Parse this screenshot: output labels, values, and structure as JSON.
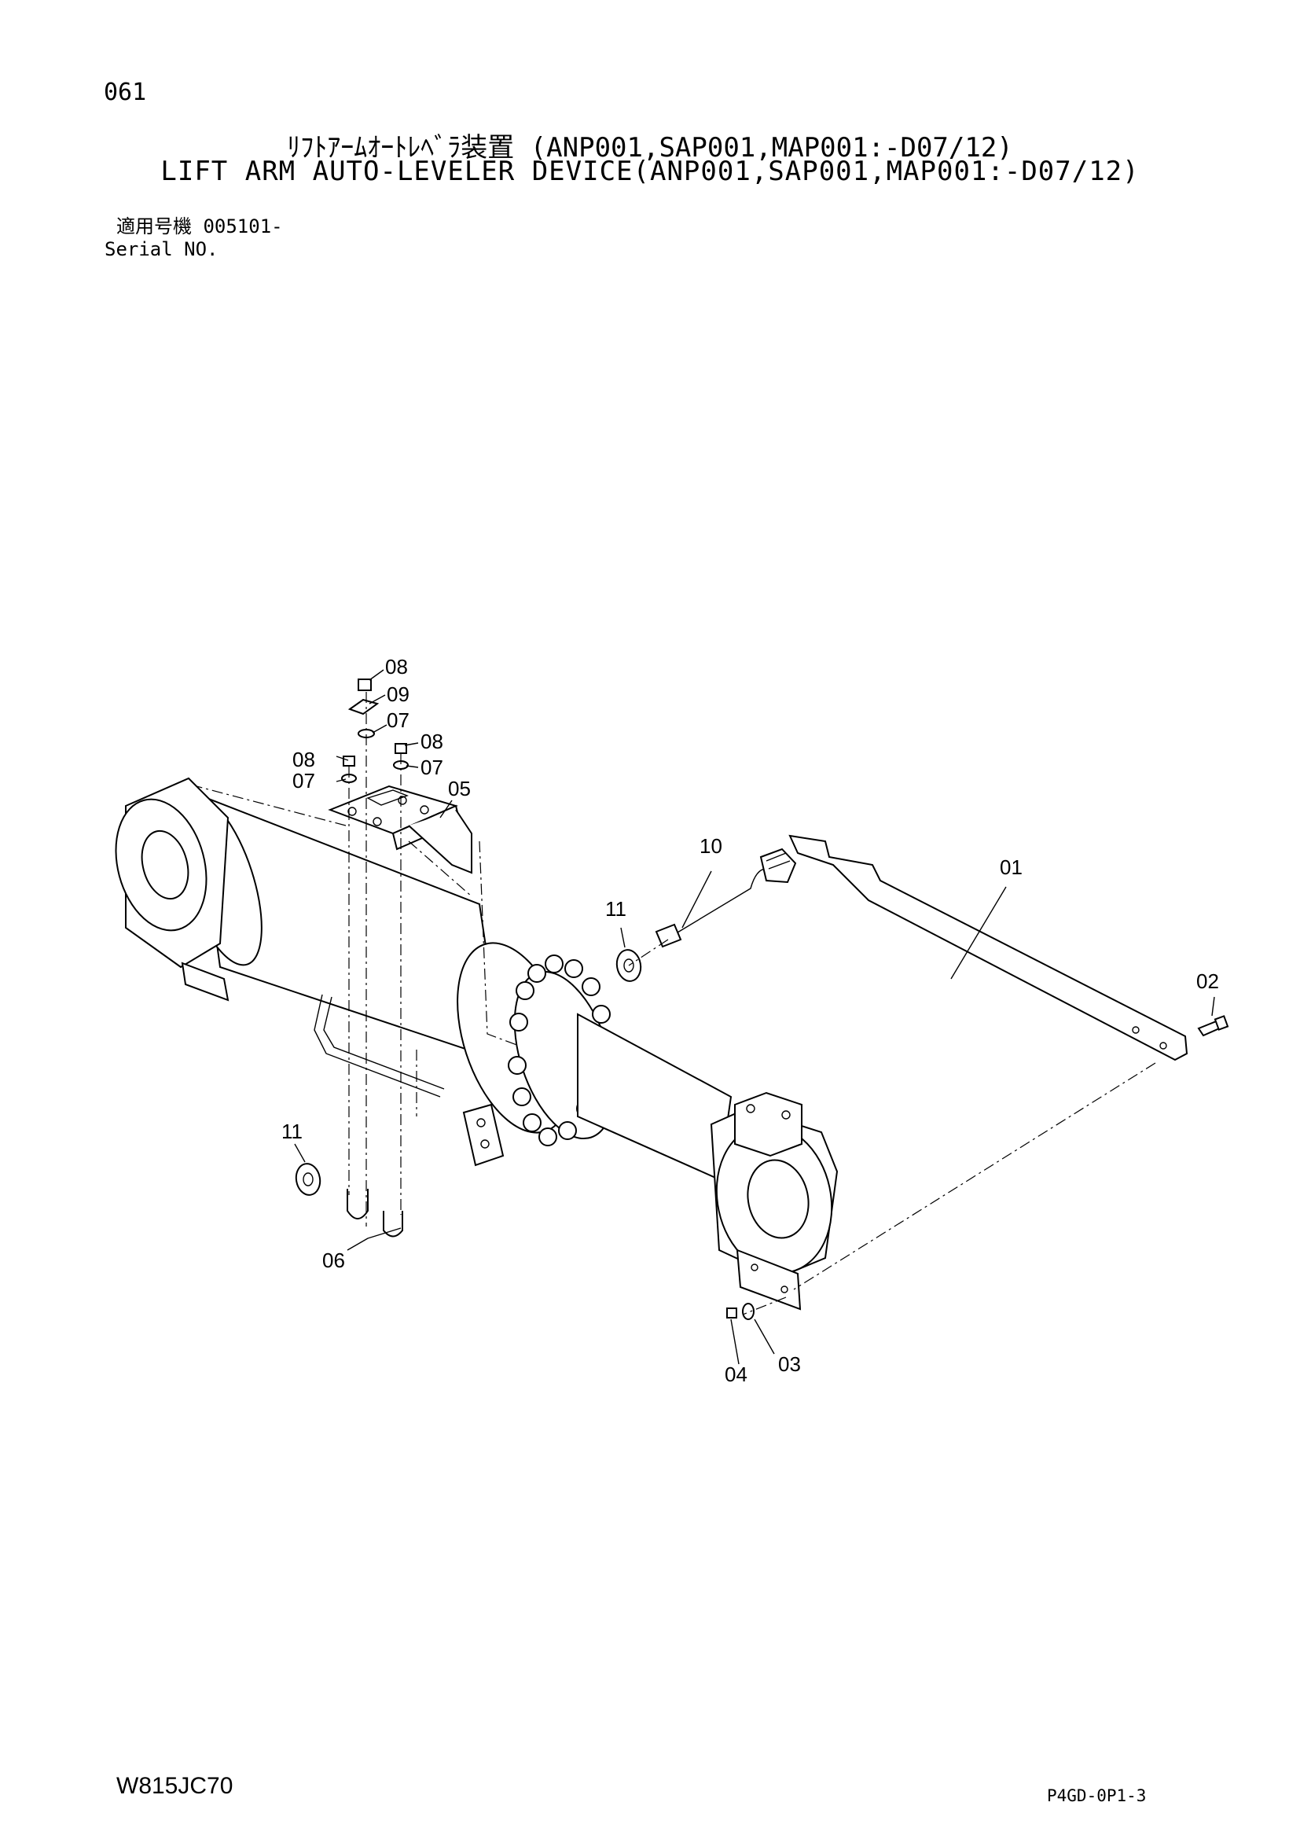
{
  "page": {
    "page_number": "061",
    "title_jp": "ﾘﾌﾄｱｰﾑｵｰﾄﾚﾍﾞﾗ装置 (ANP001,SAP001,MAP001:-D07/12)",
    "title_en": "LIFT ARM AUTO-LEVELER DEVICE(ANP001,SAP001,MAP001:-D07/12)",
    "serial_label_jp": "適用号機 005101-",
    "serial_label_en": "Serial NO.",
    "doc_code": "W815JC70",
    "sheet_code": "P4GD-0P1-3"
  },
  "callouts": {
    "c01": "01",
    "c02": "02",
    "c03": "03",
    "c04": "04",
    "c05": "05",
    "c06": "06",
    "c07a": "07",
    "c07b": "07",
    "c07c": "07",
    "c08a": "08",
    "c08b": "08",
    "c08c": "08",
    "c09": "09",
    "c10": "10",
    "c11a": "11",
    "c11b": "11"
  }
}
